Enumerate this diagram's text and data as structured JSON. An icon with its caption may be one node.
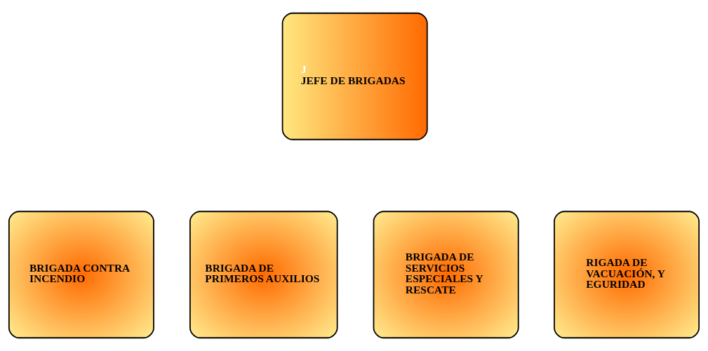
{
  "diagram": {
    "nodes": [
      {
        "text": [
          "J",
          "JEFE DE BRIGADAS"
        ]
      },
      {
        "text": [
          "BRIGADA CONTRA INCENDIO"
        ]
      },
      {
        "text": [
          "BRIGADA DE PRIMEROS AUXILIOS"
        ]
      },
      {
        "text": [
          "BRIGADA DE SERVICIOS ESPECIALES Y RESCATE"
        ]
      },
      {
        "text": [
          "RIGADA DE VACUACIÓN, Y EGURIDAD"
        ]
      }
    ]
  }
}
